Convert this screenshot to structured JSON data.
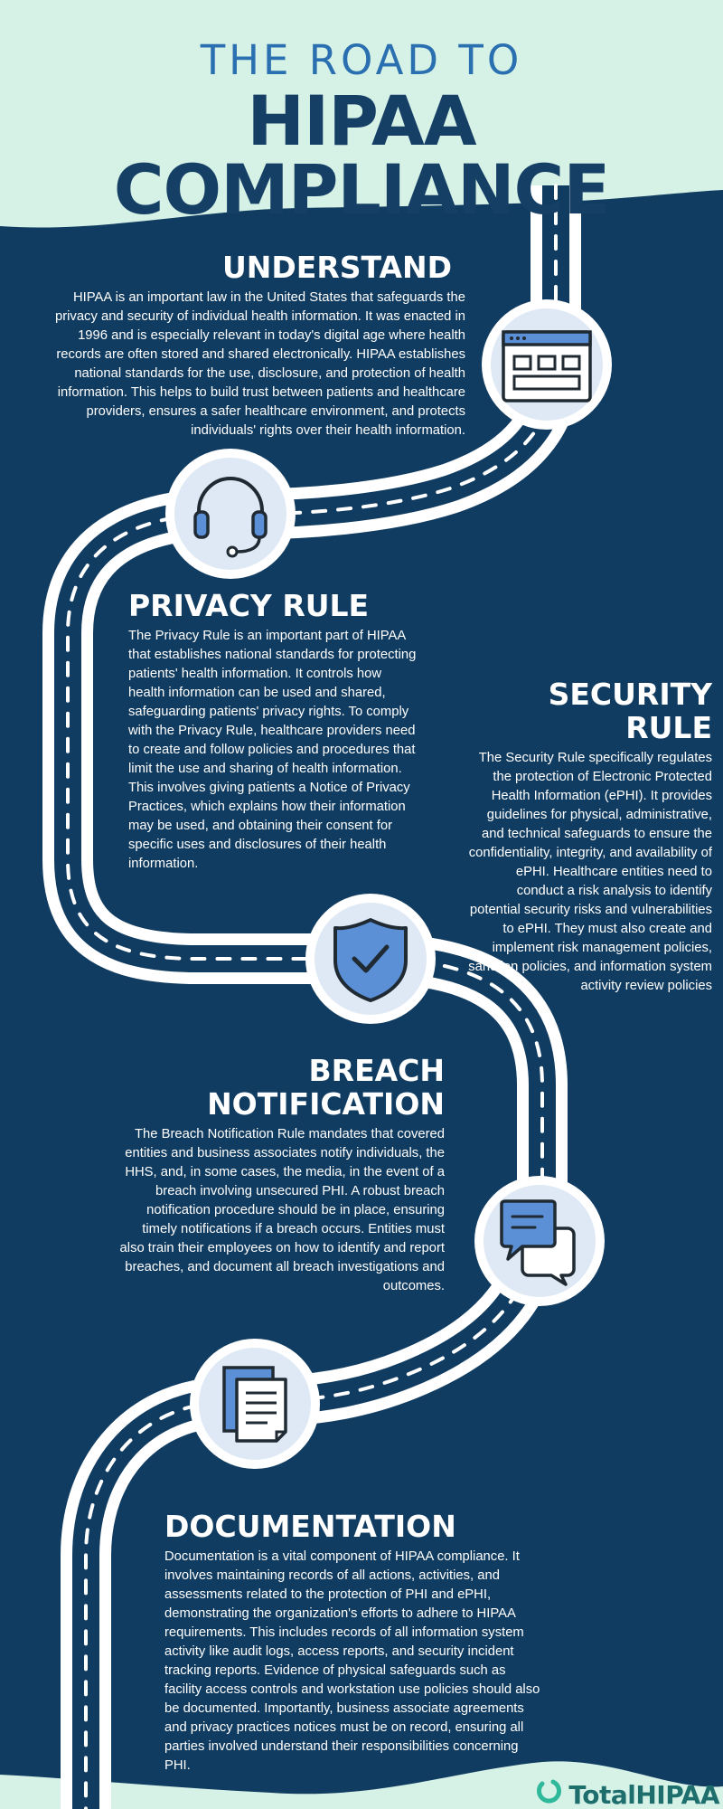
{
  "header": {
    "subtitle": "THE ROAD TO",
    "title": "HIPAA COMPLIANCE"
  },
  "sections": {
    "understand": {
      "title": "UNDERSTAND",
      "body": "HIPAA is an important law in the United States that safeguards the privacy and security of individual health information. It was enacted in 1996 and is especially relevant in today's digital age where health records are often stored and shared electronically. HIPAA establishes national standards for the use, disclosure, and protection of health information. This helps to build trust between patients and healthcare providers, ensures a safer healthcare environment, and protects individuals' rights over their health information.",
      "icon": "browser-window-icon"
    },
    "privacy": {
      "title": "PRIVACY RULE",
      "body": "The Privacy Rule is an important part of HIPAA that establishes national standards for protecting patients' health information. It controls how health information can be used and shared, safeguarding patients' privacy rights. To comply with the Privacy Rule, healthcare providers need to create and follow policies and procedures that limit the use and sharing of health information. This involves giving patients a Notice of Privacy Practices, which explains how their information may be used, and obtaining their consent for specific uses and disclosures of their health information.",
      "icon": "headset-icon"
    },
    "security": {
      "title": "SECURITY RULE",
      "body": "The Security Rule specifically regulates the protection of Electronic Protected Health Information (ePHI). It provides guidelines for physical, administrative, and technical safeguards to ensure the confidentiality, integrity, and availability of ePHI. Healthcare entities need to conduct a risk analysis to identify potential security risks and vulnerabilities to ePHI. They must also create and implement risk management policies, sanction policies, and information system activity review policies",
      "icon": "shield-check-icon"
    },
    "breach": {
      "title_line1": "BREACH",
      "title_line2": "NOTIFICATION",
      "body": "The Breach Notification Rule mandates that covered entities and business associates notify individuals, the HHS, and, in some cases, the media, in the event of a breach involving unsecured PHI. A robust breach notification procedure should be in place, ensuring timely notifications if a breach occurs. Entities must also train their employees on how to identify and report breaches, and document all breach investigations and outcomes.",
      "icon": "chat-bubbles-icon"
    },
    "documentation": {
      "title": "DOCUMENTATION",
      "body": "Documentation is a vital component of HIPAA compliance. It involves maintaining records of all actions, activities, and assessments related to the protection of PHI and ePHI, demonstrating the organization's efforts to adhere to HIPAA requirements. This includes records of all information system activity like audit logs, access reports, and security incident tracking reports. Evidence of physical safeguards such as facility access controls and workstation use policies should also be documented. Importantly, business associate agreements and privacy practices notices must be on record, ensuring all parties involved understand their responsibilities concerning PHI.",
      "icon": "documents-icon"
    }
  },
  "footer": {
    "logo_text": "TotalHIPAA"
  },
  "colors": {
    "mint": "#d6f2e6",
    "navy": "#113c61",
    "title_blue": "#163f66",
    "accent_blue": "#2a6fb0",
    "icon_circle": "#dfe9f5",
    "icon_fill": "#5b8fd6",
    "logo_green": "#1f6e6e"
  }
}
